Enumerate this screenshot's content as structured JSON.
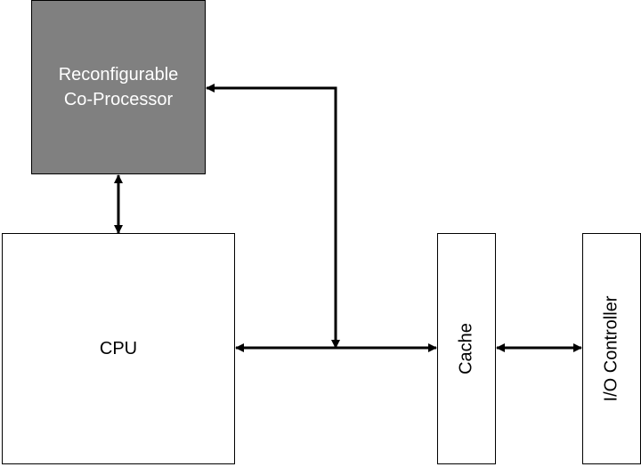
{
  "blocks": {
    "coprocessor": {
      "label_line1": "Reconfigurable",
      "label_line2": "Co-Processor",
      "fill": "#808080"
    },
    "cpu": {
      "label": "CPU"
    },
    "cache": {
      "label": "Cache"
    },
    "io_controller": {
      "label": "I/O Controller"
    }
  },
  "colors": {
    "line": "#000000",
    "background": "#ffffff"
  }
}
